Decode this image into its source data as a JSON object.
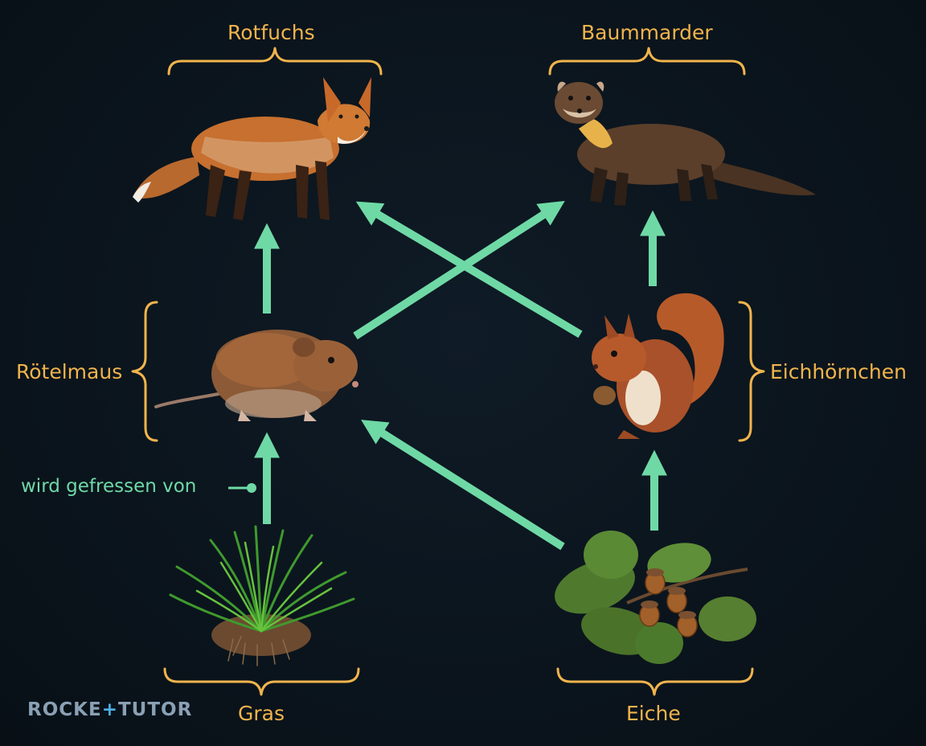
{
  "nodes": {
    "fox": {
      "label": "Rotfuchs",
      "icon": "fox-icon"
    },
    "marten": {
      "label": "Baummarder",
      "icon": "marten-icon"
    },
    "vole": {
      "label": "Rötelmaus",
      "icon": "vole-icon"
    },
    "squirrel": {
      "label": "Eichhörnchen",
      "icon": "squirrel-icon"
    },
    "grass": {
      "label": "Gras",
      "icon": "grass-icon"
    },
    "oak": {
      "label": "Eiche",
      "icon": "oak-icon"
    }
  },
  "edges": [
    {
      "from": "vole",
      "to": "fox"
    },
    {
      "from": "vole",
      "to": "marten"
    },
    {
      "from": "squirrel",
      "to": "fox"
    },
    {
      "from": "squirrel",
      "to": "marten"
    },
    {
      "from": "grass",
      "to": "vole"
    },
    {
      "from": "oak",
      "to": "vole"
    },
    {
      "from": "oak",
      "to": "squirrel"
    }
  ],
  "legend": {
    "text": "wird gefressen von"
  },
  "brand": {
    "part1": "ROCKE",
    "plus": "+",
    "part2": "TUTOR"
  },
  "colors": {
    "arrow": "#6fd9a6",
    "label": "#f1b44c",
    "background": "#0b141c"
  }
}
